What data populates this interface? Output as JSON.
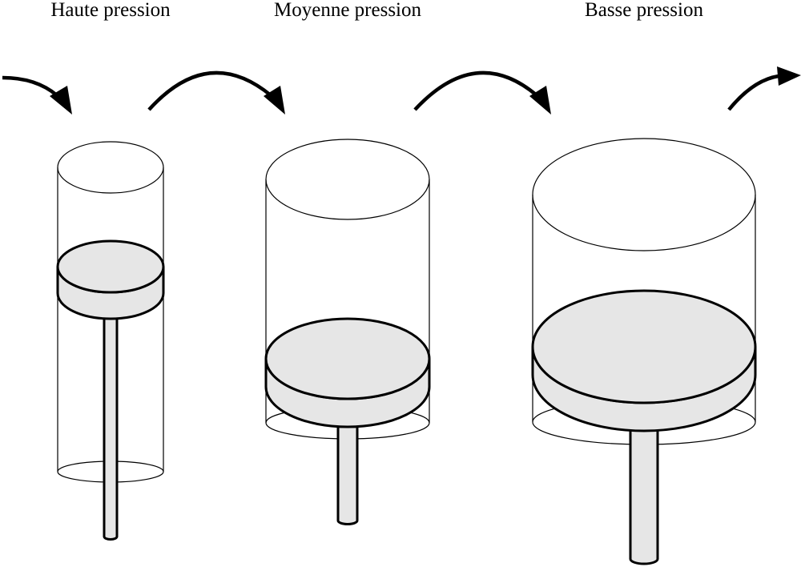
{
  "stages": [
    {
      "label": "Haute pression"
    },
    {
      "label": "Moyenne pression"
    },
    {
      "label": "Basse pression"
    }
  ],
  "colors": {
    "piston_fill": "#e6e6e6",
    "stroke": "#000000",
    "background": "#ffffff"
  }
}
